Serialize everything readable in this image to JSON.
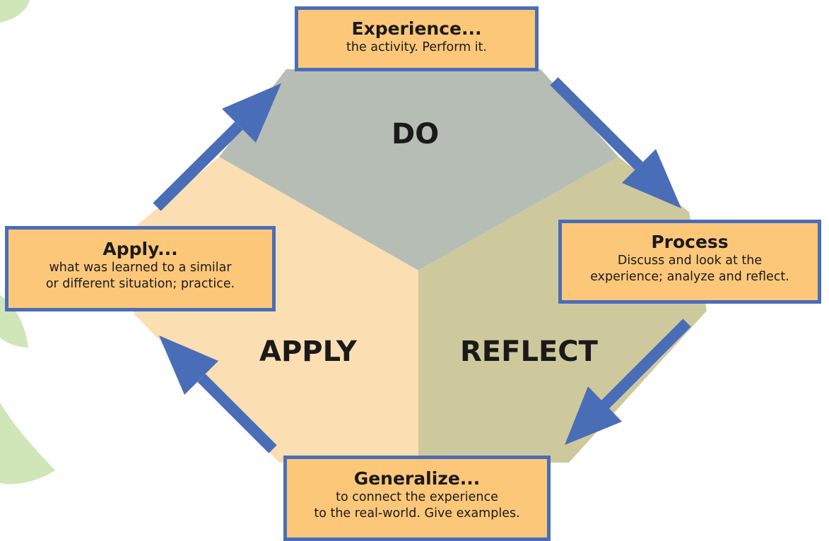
{
  "colors": {
    "do_section": "#b6bdb4",
    "reflect_section": "#cec99d",
    "apply_section": "#fcdeb3",
    "box_fill": "#fdc77a",
    "box_border": "#4a6db8",
    "arrow": "#4a6db8",
    "leaf": "#cfe6b8"
  },
  "sections": {
    "do": "DO",
    "reflect": "REFLECT",
    "apply": "APPLY"
  },
  "steps": {
    "experience": {
      "title": "Experience...",
      "lines": [
        "the activity. Perform it."
      ]
    },
    "process": {
      "title": "Process",
      "lines": [
        "Discuss and look at the",
        "experience; analyze and reflect."
      ]
    },
    "generalize": {
      "title": "Generalize...",
      "lines": [
        "to connect the experience",
        "to the real-world. Give examples."
      ]
    },
    "apply": {
      "title": "Apply...",
      "lines": [
        "what was learned to a similar",
        "or different situation; practice."
      ]
    }
  },
  "icons": {
    "arrows": [
      "arrow-icon",
      "arrow-icon",
      "arrow-icon",
      "arrow-icon"
    ],
    "background": "leaf-shape"
  }
}
